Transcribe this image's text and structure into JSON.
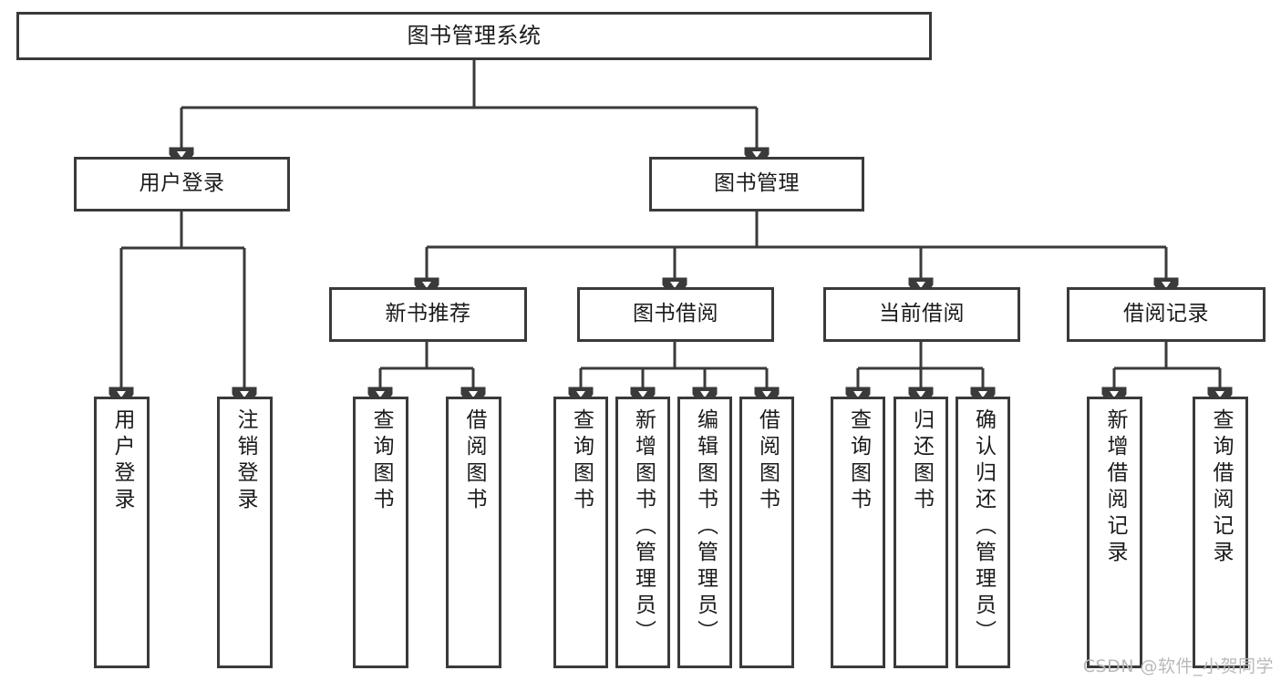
{
  "diagram": {
    "title": "图书管理系统",
    "type": "hierarchy-tree",
    "background_color": "#ffffff",
    "line_color": "#3a3a3a",
    "text_color": "#1b1b1b"
  },
  "watermark": {
    "text": "CSDN @软件_小贺同学",
    "color": "#b9b9b9"
  },
  "nodes": {
    "root": {
      "label": "图书管理系统"
    },
    "level2": [
      {
        "label": "用户登录"
      },
      {
        "label": "图书管理"
      }
    ],
    "level3": [
      {
        "label": "新书推荐"
      },
      {
        "label": "图书借阅"
      },
      {
        "label": "当前借阅"
      },
      {
        "label": "借阅记录"
      }
    ],
    "leaves": {
      "user_login": [
        {
          "label": "用户登录"
        },
        {
          "label": "注销登录"
        }
      ],
      "new_book_recommend": [
        {
          "label": "查询图书"
        },
        {
          "label": "借阅图书"
        }
      ],
      "book_borrow": [
        {
          "label": "查询图书"
        },
        {
          "label": "新增图书（管理员）"
        },
        {
          "label": "编辑图书（管理员）"
        },
        {
          "label": "借阅图书"
        }
      ],
      "current_borrow": [
        {
          "label": "查询图书"
        },
        {
          "label": "归还图书"
        },
        {
          "label": "确认归还（管理员）"
        }
      ],
      "borrow_record": [
        {
          "label": "新增借阅记录"
        },
        {
          "label": "查询借阅记录"
        }
      ]
    }
  }
}
